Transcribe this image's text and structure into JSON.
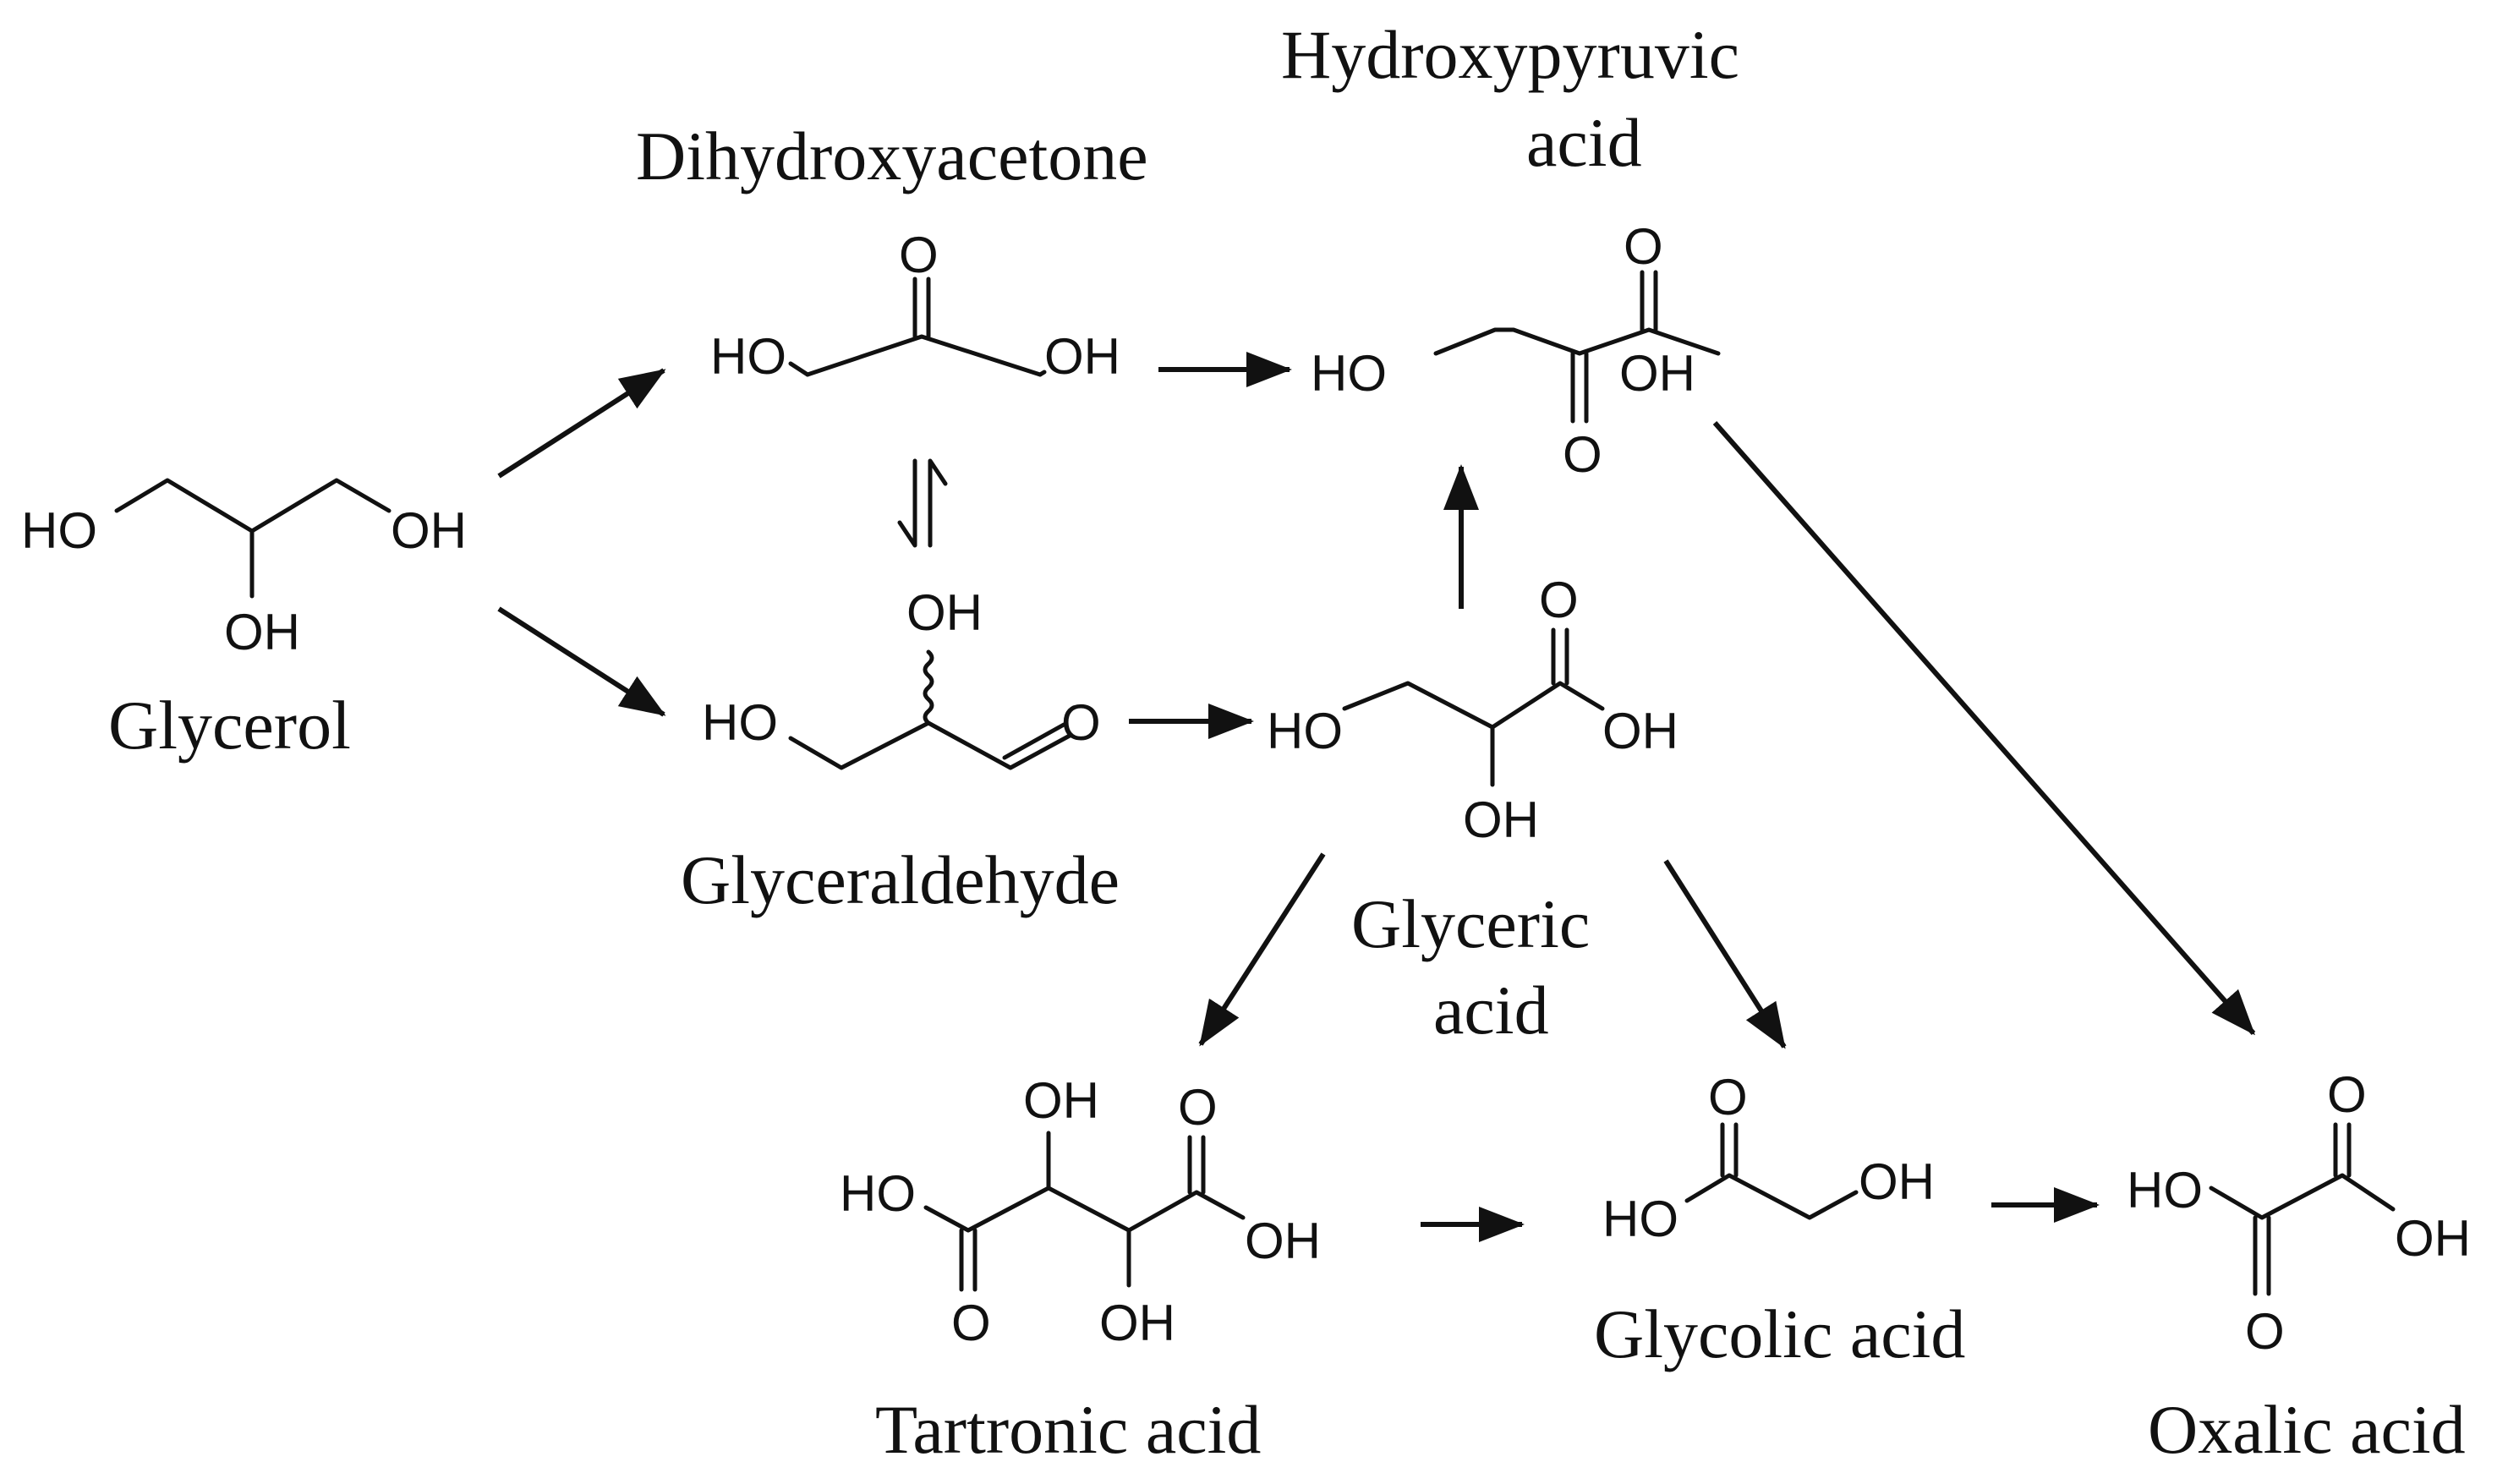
{
  "compounds": {
    "glycerol": {
      "name": "Glycerol",
      "ho": "HO",
      "oh_right": "OH",
      "oh_bottom": "OH"
    },
    "dihydroxyacetone": {
      "name": "Dihydroxyacetone",
      "ho": "HO",
      "oh": "OH",
      "o": "O"
    },
    "hydroxypyruvic_acid": {
      "name_line1": "Hydroxypyruvic",
      "name_line2": "acid",
      "ho": "HO",
      "oh": "OH",
      "o_top": "O",
      "o_bottom": "O"
    },
    "glyceraldehyde": {
      "name": "Glyceraldehyde",
      "ho": "HO",
      "oh_top": "OH",
      "o": "O"
    },
    "glyceric_acid": {
      "name_line1": "Glyceric",
      "name_line2": "acid",
      "ho": "HO",
      "oh": "OH",
      "oh_bottom": "OH",
      "o_top": "O"
    },
    "tartronic_acid": {
      "name": "Tartronic acid",
      "ho": "HO",
      "oh_top": "OH",
      "oh_right": "OH",
      "oh_bottom": "OH",
      "o_top": "O",
      "o_bottom": "O"
    },
    "glycolic_acid": {
      "name": "Glycolic acid",
      "ho": "HO",
      "oh": "OH",
      "o": "O"
    },
    "oxalic_acid": {
      "name": "Oxalic acid",
      "ho": "HO",
      "oh": "OH",
      "o_top": "O",
      "o_bottom": "O"
    }
  }
}
